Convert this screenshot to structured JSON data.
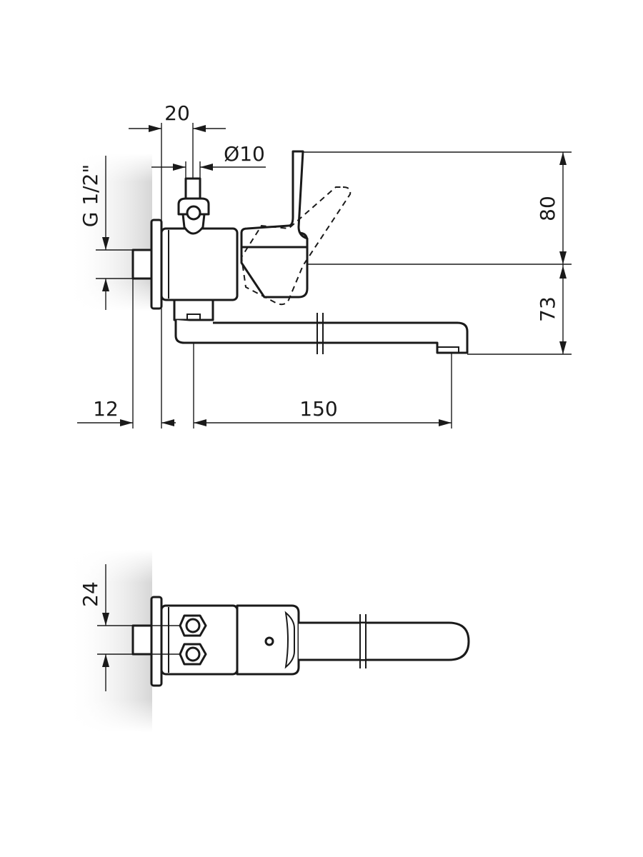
{
  "side_view": {
    "dim_20": "20",
    "dim_d10": "Ø10",
    "dim_thread": "G 1/2\"",
    "dim_80": "80",
    "dim_73": "73",
    "dim_12": "12",
    "dim_150": "150"
  },
  "top_view": {
    "dim_24": "24"
  }
}
